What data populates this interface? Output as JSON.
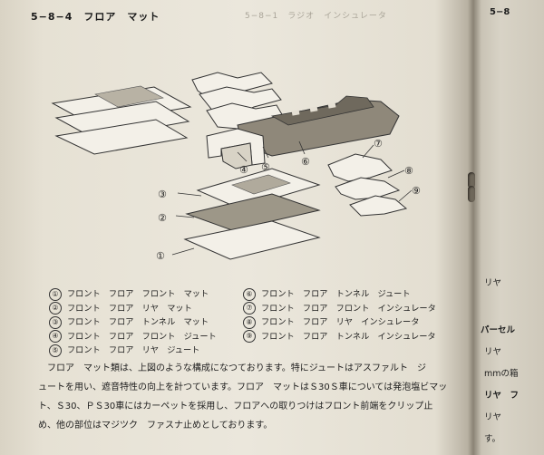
{
  "heading": "5−8−4　フロア　マット",
  "ghost_text": "5−8−1　ラジオ　インシュレータ",
  "callouts": [
    "①",
    "②",
    "③",
    "④",
    "⑤",
    "⑥",
    "⑦",
    "⑧",
    "⑨"
  ],
  "legend_left": [
    {
      "num": "①",
      "text": "フロント　フロア　フロント　マット"
    },
    {
      "num": "②",
      "text": "フロント　フロア　リヤ　マット"
    },
    {
      "num": "③",
      "text": "フロント　フロア　トンネル　マット"
    },
    {
      "num": "④",
      "text": "フロント　フロア　フロント　ジュート"
    },
    {
      "num": "⑤",
      "text": "フロント　フロア　リヤ　ジュート"
    }
  ],
  "legend_right": [
    {
      "num": "⑥",
      "text": "フロント　フロア　トンネル　ジュート"
    },
    {
      "num": "⑦",
      "text": "フロント　フロア　フロント　インシュレータ"
    },
    {
      "num": "⑧",
      "text": "フロント　フロア　リヤ　インシュレータ"
    },
    {
      "num": "⑨",
      "text": "フロント　フロア　トンネル　インシュレータ"
    }
  ],
  "body": [
    "　フロア　マット類は、上図のような構成になつております。特にジュートはアスファルト　ジ",
    "ュートを用い、遮音特性の向上を計つています。フロア　マットはＳ30Ｓ車については発泡塩ビマッ",
    "ト、Ｓ30、ＰＳ30車にはカーペットを採用し、フロアへの取りつけはフロント前端をクリップ止",
    "め、他の部位はマジツク　ファスナ止めとしております。"
  ],
  "right_page": {
    "header": "5−8",
    "items": [
      "リヤ",
      "パーセル",
      "リヤ",
      "mmの箱",
      "リヤ　フ",
      "リヤ",
      "す。"
    ]
  }
}
